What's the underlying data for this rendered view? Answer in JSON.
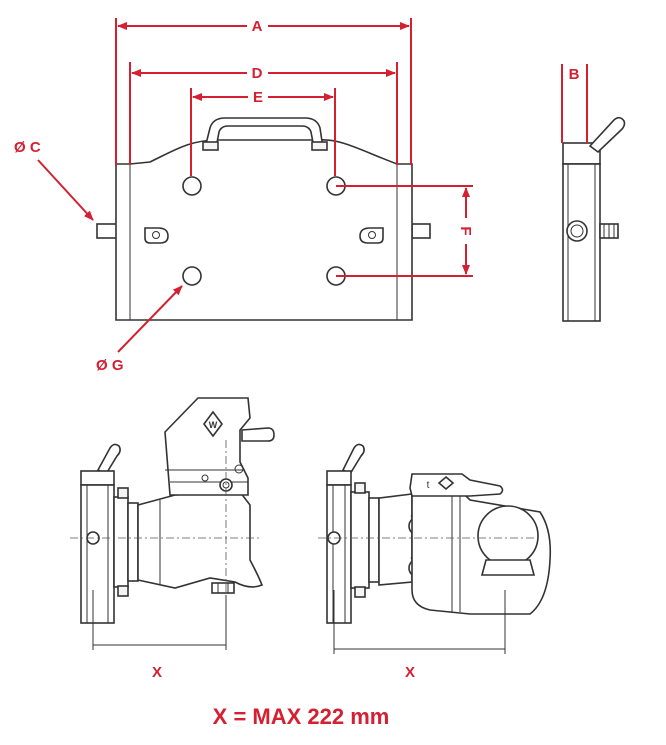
{
  "labels": {
    "a": "A",
    "b": "B",
    "c": "Ø C",
    "d": "D",
    "e": "E",
    "f": "F",
    "g": "Ø G",
    "x_left": "X",
    "x_right": "X"
  },
  "caption": "X = MAX 222 mm",
  "colors": {
    "dimension": "#d42030",
    "outline": "#333333"
  }
}
